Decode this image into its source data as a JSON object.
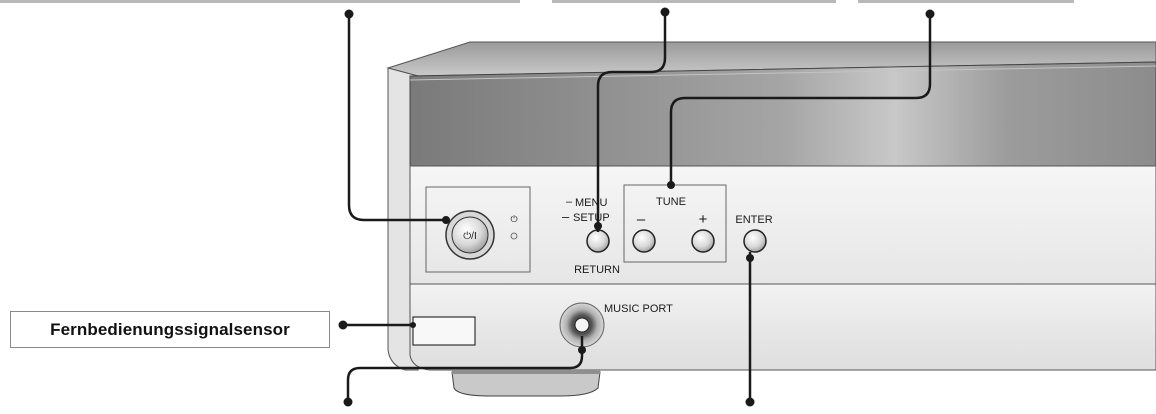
{
  "labels": {
    "sensor_callout": "Fernbedienungssignalsensor",
    "power_button": "⏻/I",
    "menu": "MENU",
    "setup": "SETUP",
    "return": "RETURN",
    "tune": "TUNE",
    "tune_minus": "–",
    "tune_plus": "+",
    "enter": "ENTER",
    "music_port": "MUSIC PORT",
    "standby_symbol": "⏻"
  },
  "colors": {
    "line": "#1a1a1a",
    "panel": "#efefef",
    "display_window": "#8f8f8f"
  }
}
